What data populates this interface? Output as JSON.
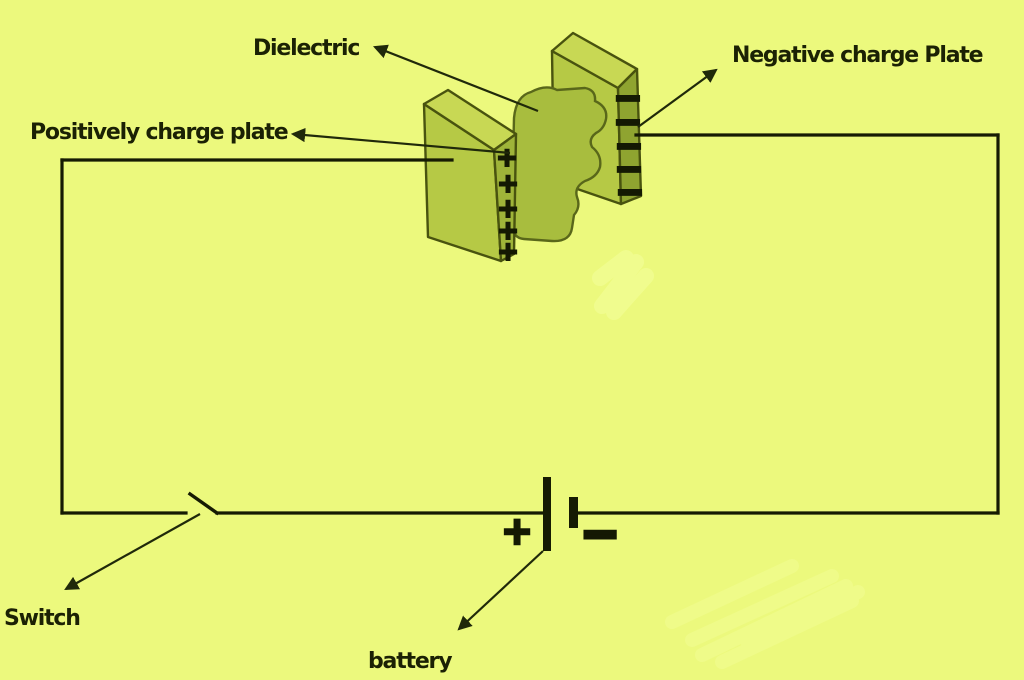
{
  "figure": {
    "type": "circuit-diagram",
    "subject": "Parallel plate capacitor with dielectric connected through a switch to a battery",
    "background_color": "#ecf97d",
    "labels": {
      "dielectric": "Dielectric",
      "negative_plate": "Negative charge Plate",
      "positive_plate": "Positively charge plate",
      "switch": "Switch",
      "battery": "battery"
    },
    "battery": {
      "positive_terminal": "+",
      "negative_terminal": "−"
    },
    "positive_plate_charges": [
      "+",
      "+",
      "+",
      "+",
      "+"
    ],
    "negative_plate_charges": [
      "−",
      "−",
      "−",
      "−",
      "−"
    ],
    "colors": {
      "wire": "#161b03",
      "text": "#1b2104",
      "plate_main_face": "#b6c945",
      "plate_top_face": "#c8d854",
      "plate_edge_positive": "#9fb439",
      "plate_edge_negative": "#8fa430",
      "dielectric_fill": "#a8bd3e",
      "outline": "#49530f",
      "leader_line": "#20290a"
    }
  }
}
